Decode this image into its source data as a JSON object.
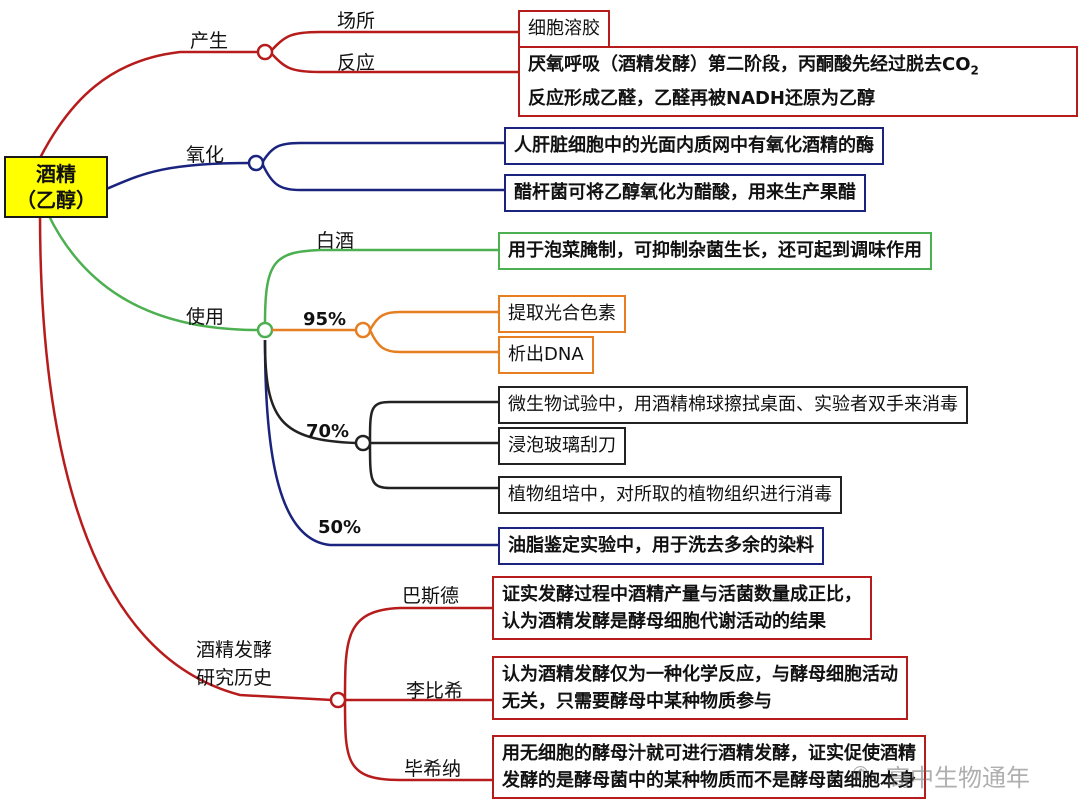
{
  "root": {
    "line1": "酒精",
    "line2": "（乙醇）"
  },
  "branches": {
    "produce": {
      "label": "产生",
      "sub1": "场所",
      "sub2": "反应",
      "box1": "细胞溶胶",
      "box2_line1": "厌氧呼吸（酒精发酵）第二阶段，丙酮酸先经过脱去CO",
      "box2_sub": "2",
      "box2_line2": "反应形成乙醛，乙醛再被NADH还原为乙醇"
    },
    "oxidize": {
      "label": "氧化",
      "box1": "人肝脏细胞中的光面内质网中有氧化酒精的酶",
      "box2": "醋杆菌可将乙醇氧化为醋酸，用来生产果醋"
    },
    "use": {
      "label": "使用",
      "baijiu": "白酒",
      "baijiu_box": "用于泡菜腌制，可抑制杂菌生长，还可起到调味作用",
      "p95": "95%",
      "p95_box1": "提取光合色素",
      "p95_box2": "析出DNA",
      "p70": "70%",
      "p70_box1": "微生物试验中，用酒精棉球擦拭桌面、实验者双手来消毒",
      "p70_box2": "浸泡玻璃刮刀",
      "p70_box3": "植物组培中，对所取的植物组织进行消毒",
      "p50": "50%",
      "p50_box": "油脂鉴定实验中，用于洗去多余的染料"
    },
    "history": {
      "label_line1": "酒精发酵",
      "label_line2": "研究历史",
      "pasteur": "巴斯德",
      "pasteur_line1": "证实发酵过程中酒精产量与活菌数量成正比，",
      "pasteur_line2": "认为酒精发酵是酵母细胞代谢活动的结果",
      "liebig": "李比希",
      "liebig_line1": "认为酒精发酵仅为一种化学反应，与酵母细胞活动",
      "liebig_line2": "无关，只需要酵母中某种物质参与",
      "buchner": "毕希纳",
      "buchner_line1": "用无细胞的酵母汁就可进行酒精发酵，证实促使酒精",
      "buchner_line2": "发酵的是酵母菌中的某种物质而不是酵母菌细胞本身"
    }
  },
  "watermark": "高中生物通年",
  "colors": {
    "red": "#b71c1c",
    "blue": "#1a237e",
    "green": "#4caf50",
    "orange": "#e67e22",
    "black": "#222222",
    "root_fill": "#ffff00"
  }
}
